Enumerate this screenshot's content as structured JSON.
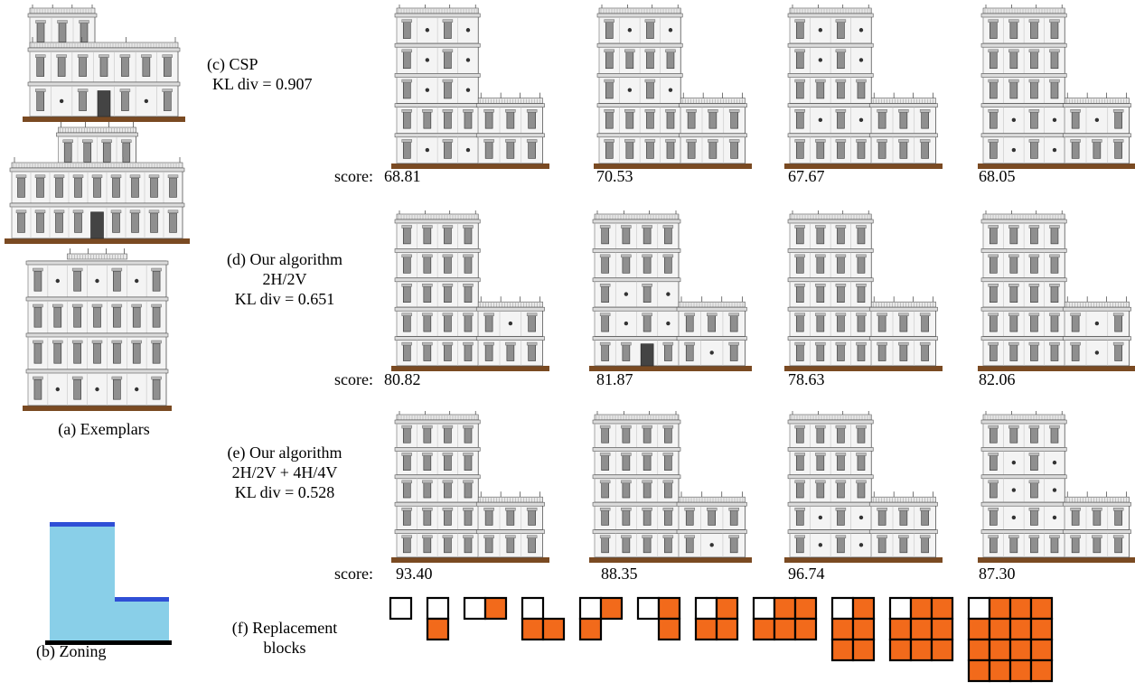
{
  "exemplars": {
    "caption": "(a) Exemplars"
  },
  "zoning": {
    "caption": "(b) Zoning",
    "colors": {
      "zone_fill": "#89cfe8",
      "roof_line": "#2f4fd6",
      "ground": "#000000"
    }
  },
  "colors": {
    "ground_strip": "#7a4a22",
    "block_fill": "#f26a1b",
    "block_empty": "#ffffff",
    "facade_line": "#555555"
  },
  "rows": [
    {
      "id": "c",
      "label_lines": [
        "(c) CSP",
        "KL div = 0.907"
      ],
      "score_prefix": "score:",
      "scores": [
        "68.81",
        "70.53",
        "67.67",
        "68.05"
      ]
    },
    {
      "id": "d",
      "label_lines": [
        "(d) Our algorithm",
        "2H/2V",
        "KL div = 0.651"
      ],
      "score_prefix": "score:",
      "scores": [
        "80.82",
        "81.87",
        "78.63",
        "82.06"
      ]
    },
    {
      "id": "e",
      "label_lines": [
        "(e) Our algorithm",
        "2H/2V + 4H/4V",
        "KL div = 0.528"
      ],
      "score_prefix": "score:",
      "scores": [
        "93.40",
        "88.35",
        "96.74",
        "87.30"
      ]
    }
  ],
  "replacement": {
    "label_lines": [
      "(f) Replacement",
      "blocks"
    ],
    "blocks": [
      {
        "cols": 1,
        "rows": 1,
        "filled": []
      },
      {
        "cols": 1,
        "rows": 2,
        "filled": [
          [
            1,
            0
          ]
        ]
      },
      {
        "cols": 2,
        "rows": 1,
        "filled": [
          [
            0,
            1
          ]
        ]
      },
      {
        "cols": 2,
        "rows": 2,
        "filled": [
          [
            1,
            0
          ],
          [
            1,
            1
          ]
        ],
        "empty_missing": [
          [
            0,
            1
          ]
        ]
      },
      {
        "cols": 2,
        "rows": 2,
        "filled": [
          [
            0,
            1
          ],
          [
            1,
            0
          ]
        ],
        "empty_missing": [
          [
            1,
            1
          ]
        ]
      },
      {
        "cols": 2,
        "rows": 2,
        "filled": [
          [
            0,
            1
          ],
          [
            1,
            1
          ]
        ],
        "empty_missing": [
          [
            1,
            0
          ]
        ]
      },
      {
        "cols": 2,
        "rows": 2,
        "filled": [
          [
            0,
            1
          ],
          [
            1,
            0
          ],
          [
            1,
            1
          ]
        ]
      },
      {
        "cols": 3,
        "rows": 2,
        "filled": [
          [
            0,
            1
          ],
          [
            0,
            2
          ],
          [
            1,
            0
          ],
          [
            1,
            1
          ],
          [
            1,
            2
          ]
        ]
      },
      {
        "cols": 2,
        "rows": 3,
        "filled": [
          [
            0,
            1
          ],
          [
            1,
            0
          ],
          [
            1,
            1
          ],
          [
            2,
            0
          ],
          [
            2,
            1
          ]
        ]
      },
      {
        "cols": 3,
        "rows": 3,
        "filled": [
          [
            0,
            1
          ],
          [
            0,
            2
          ],
          [
            1,
            0
          ],
          [
            1,
            1
          ],
          [
            1,
            2
          ],
          [
            2,
            0
          ],
          [
            2,
            1
          ],
          [
            2,
            2
          ]
        ]
      },
      {
        "cols": 4,
        "rows": 4,
        "filled": [
          [
            0,
            1
          ],
          [
            0,
            2
          ],
          [
            0,
            3
          ],
          [
            1,
            0
          ],
          [
            1,
            1
          ],
          [
            1,
            2
          ],
          [
            1,
            3
          ],
          [
            2,
            0
          ],
          [
            2,
            1
          ],
          [
            2,
            2
          ],
          [
            2,
            3
          ],
          [
            3,
            0
          ],
          [
            3,
            1
          ],
          [
            3,
            2
          ],
          [
            3,
            3
          ]
        ]
      }
    ]
  }
}
